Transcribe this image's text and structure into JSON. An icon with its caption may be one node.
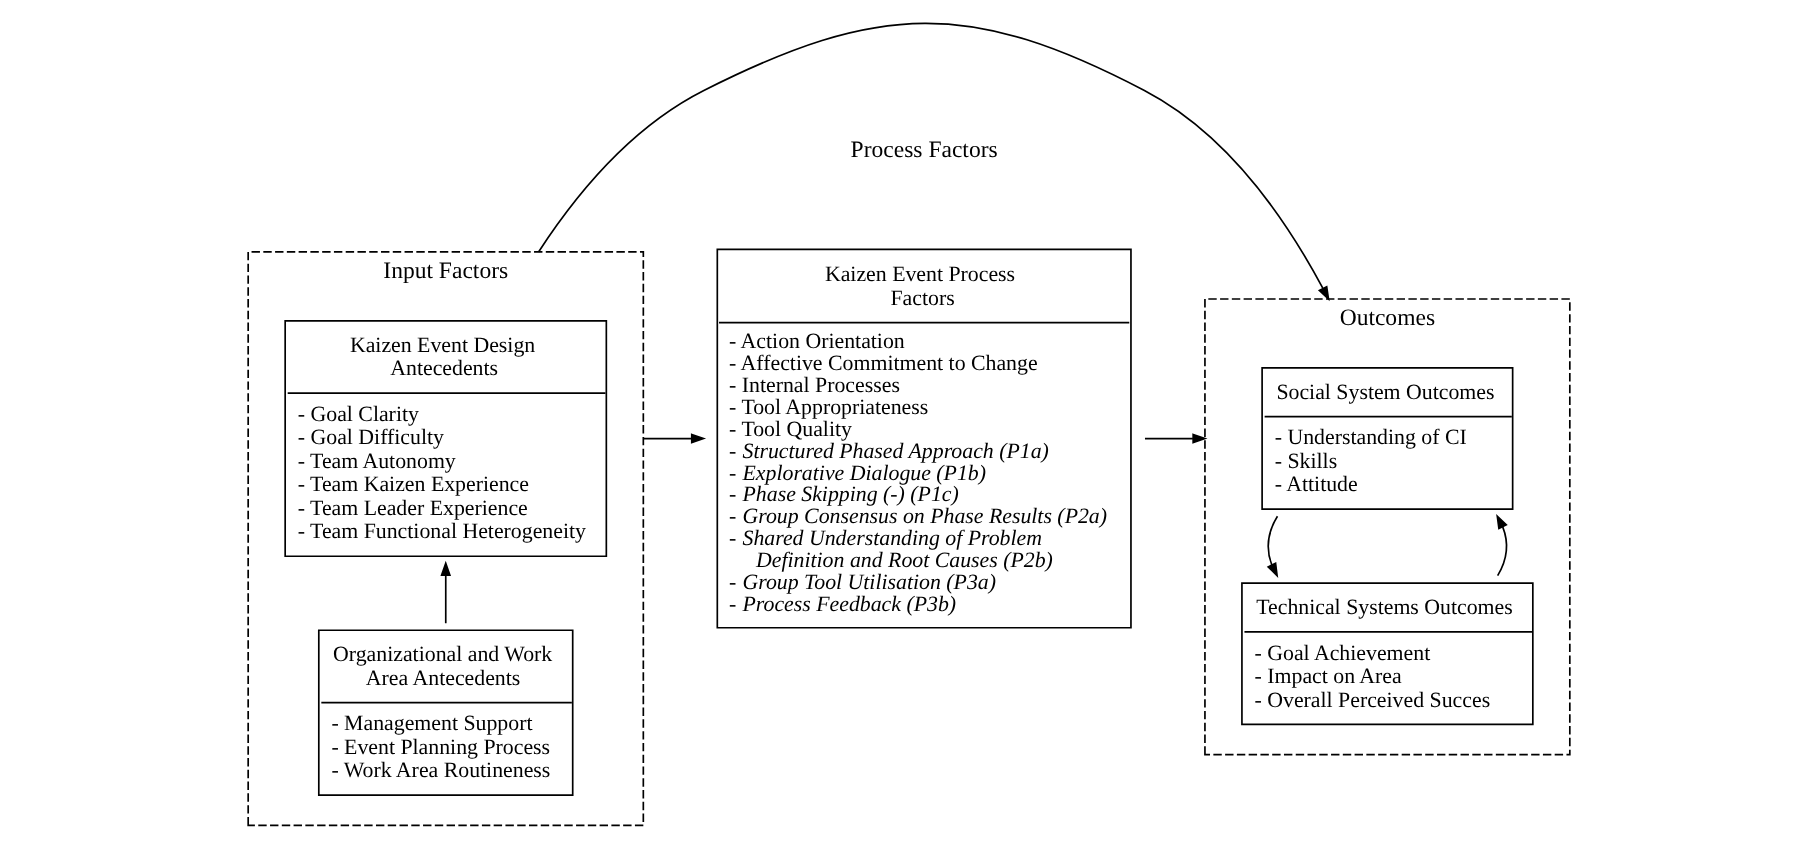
{
  "diagram": {
    "nodes": [
      {
        "text": [
          "Input Factors"
        ]
      },
      {
        "text": [
          "Kaizen Event Design Antecedents",
          "- Goal Clarity",
          "- Goal Difficulty",
          "- Team Autonomy",
          "- Team Kaizen Experience",
          "- Team Leader Experience",
          "- Team Functional Heterogeneity"
        ],
        "in": 0
      },
      {
        "text": [
          "Organizational and Work Area Antecedents",
          "- Management Support",
          "- Event Planning Process",
          "- Work Area Routineness"
        ],
        "in": 0
      },
      {
        "text": [
          "Kaizen Event Process Factors",
          "- Action Orientation",
          "- Affective Commitment to Change",
          "- Internal Processes",
          "- Tool Appropriateness",
          "- Tool Quality",
          "- *Structured Phased Approach (P1a)*",
          "- *Explorative Dialogue (P1b)*",
          "- *Phase Skipping (-) (P1c)*",
          "- *Group Consensus on Phase Results (P2a)*",
          "- *Shared Understanding of Problem Definition and Root Causes (P2b)*",
          "- *Group Tool Utilisation (P3a)*",
          "- *Process Feedback (P3b)*"
        ]
      },
      {
        "text": [
          "Outcomes"
        ]
      },
      {
        "text": [
          "Social System Outcomes",
          "- Understanding of CI",
          "- Skills",
          "- Attitude"
        ],
        "in": 4
      },
      {
        "text": [
          "Technical Systems Outcomes",
          "- Goal Achievement",
          "- Impact on Area",
          "- Overall Perceived Succes"
        ],
        "in": 4
      }
    ],
    "edges": [
      {
        "from": 2,
        "to": 1,
        "arrow": "to"
      },
      {
        "from": 0,
        "to": 3,
        "arrow": "to"
      },
      {
        "from": 3,
        "to": 4,
        "arrow": "to"
      },
      {
        "from": 6,
        "to": 5,
        "arrow": "to"
      },
      {
        "from": 5,
        "to": 6,
        "arrow": "to"
      },
      {
        "from": 0,
        "to": 4,
        "arrow": "to"
      }
    ],
    "labels": [
      "Process Factors"
    ]
  }
}
